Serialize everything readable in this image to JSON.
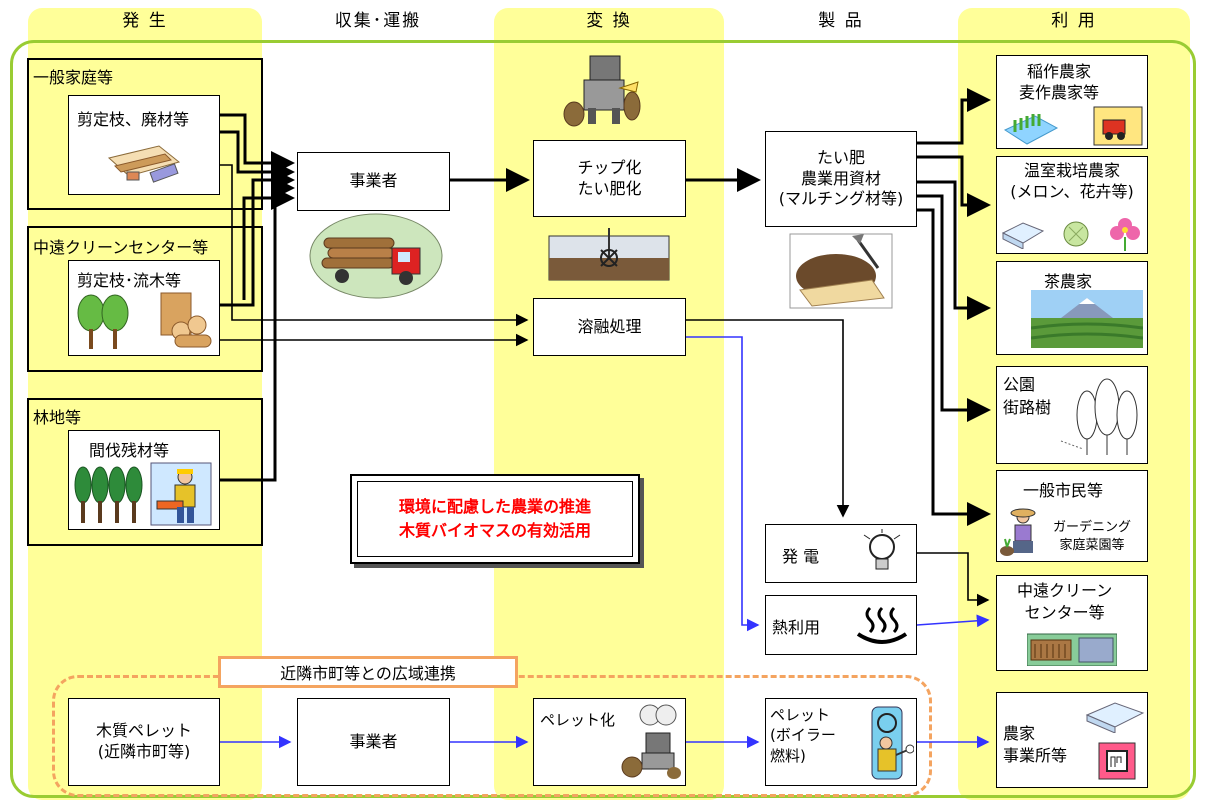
{
  "columns": {
    "generation": "発 生",
    "collection": "収集･運搬",
    "conversion": "変 換",
    "product": "製 品",
    "use": "利 用"
  },
  "sources": {
    "household_group": "一般家庭等",
    "household_item": "剪定枝、廃材等",
    "center_group": "中遠クリーンセンター等",
    "center_item": "剪定枝･流木等",
    "forest_group": "林地等",
    "forest_item": "間伐残材等"
  },
  "collection": {
    "operator": "事業者"
  },
  "conversion": {
    "chip_compost": "チップ化\nたい肥化",
    "melting": "溶融処理"
  },
  "products": {
    "compost": "たい肥\n農業用資材\n(マルチング材等)",
    "power": "発 電",
    "heat": "熱利用"
  },
  "uses": {
    "rice_wheat": "稲作農家\n麦作農家等",
    "greenhouse": "温室栽培農家\n(メロン、花卉等)",
    "tea": "茶農家",
    "park": "公園\n街路樹",
    "citizens": "一般市民等",
    "gardening": "ガーデニング\n家庭菜園等",
    "center": "中遠クリーン\nセンター等",
    "farm": "農家\n事業所等"
  },
  "promotion": {
    "line1": "環境に配慮した農業の推進",
    "line2": "木質バイオマスの有効活用"
  },
  "regional": {
    "label": "近隣市町等との広域連携",
    "pellet_source": "木質ペレット\n(近隣市町等)",
    "operator": "事業者",
    "pelletize": "ペレット化",
    "pellet_fuel": "ペレット\n(ボイラー\n燃料)"
  },
  "colors": {
    "column_bg": "#ffff99",
    "frame": "#99cc33",
    "regional_border": "#f4a460",
    "blue_arrow": "#3333ff",
    "promo_text": "#ff0000"
  }
}
